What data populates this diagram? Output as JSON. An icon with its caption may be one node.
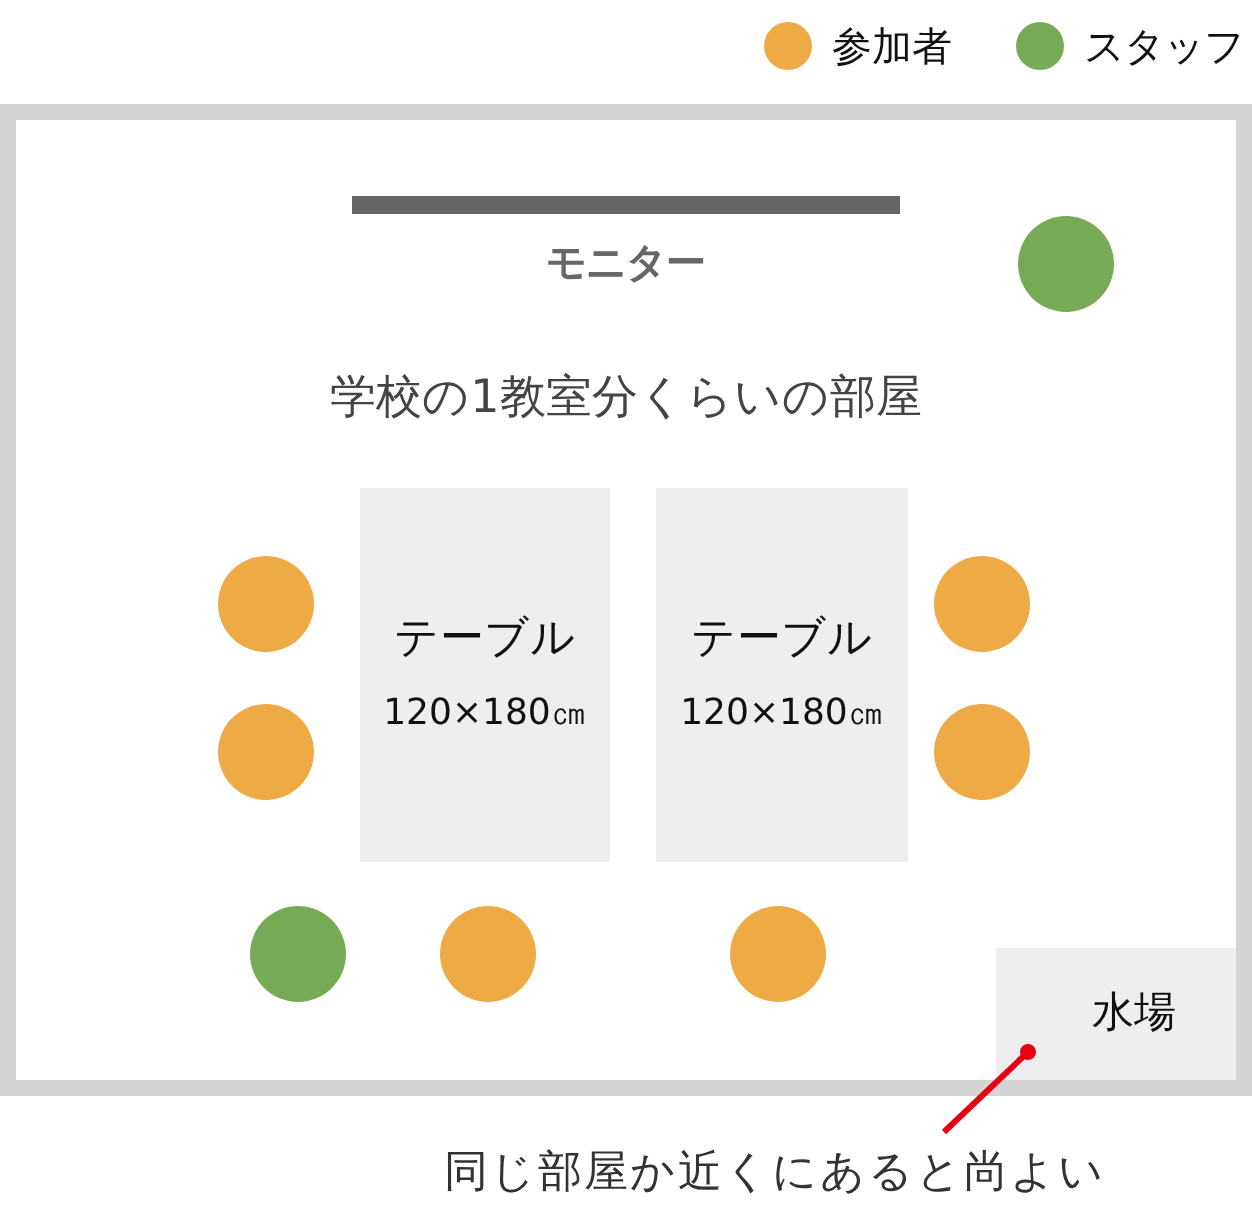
{
  "diagram": {
    "nodes": [
      {
        "text": [
          "学校の1教室分くらいの部屋"
        ]
      },
      {
        "text": [],
        "shape": "bar",
        "beside": [
          "モニター"
        ],
        "in": 0
      },
      {
        "text": [],
        "shape": "circle",
        "in": 0
      },
      {
        "text": [
          "テーブル",
          "120×180㎝"
        ],
        "in": 0
      },
      {
        "text": [
          "テーブル",
          "120×180㎝"
        ],
        "in": 0
      },
      {
        "text": [],
        "shape": "circle",
        "in": 0
      },
      {
        "text": [],
        "shape": "circle",
        "in": 0
      },
      {
        "text": [],
        "shape": "circle",
        "in": 0
      },
      {
        "text": [],
        "shape": "circle",
        "in": 0
      },
      {
        "text": [],
        "shape": "circle",
        "in": 0
      },
      {
        "text": [],
        "shape": "circle",
        "in": 0
      },
      {
        "text": [],
        "shape": "circle",
        "in": 0
      },
      {
        "text": [
          "水場"
        ],
        "in": 0
      },
      {
        "text": [
          "同じ部屋か近くにあると尚よい"
        ]
      }
    ],
    "edges": [
      {
        "from": 13,
        "to": 12,
        "arrow": "other",
        "color": "#e60012"
      }
    ],
    "legend": [
      {
        "text": "参加者",
        "color": "#eeaa44"
      },
      {
        "text": "スタッフ",
        "color": "#77aa55"
      }
    ]
  }
}
